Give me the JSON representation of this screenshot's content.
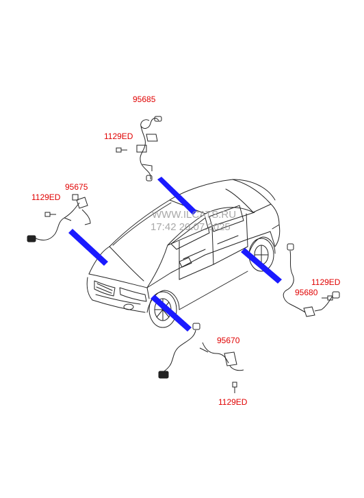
{
  "labels": {
    "p95685": "95685",
    "b1129_top": "1129ED",
    "p95675": "95675",
    "b1129_left": "1129ED",
    "p95680": "95680",
    "b1129_right": "1129ED",
    "p95670": "95670",
    "b1129_bottom": "1129ED"
  },
  "watermark": {
    "site": "WWW.ILCATS.RU",
    "stamp": "17:42 20.07.2025"
  },
  "colors": {
    "callout": "#e00000",
    "leader": "#1a1aff",
    "line": "#222222",
    "watermark": "#9a9a9a"
  }
}
